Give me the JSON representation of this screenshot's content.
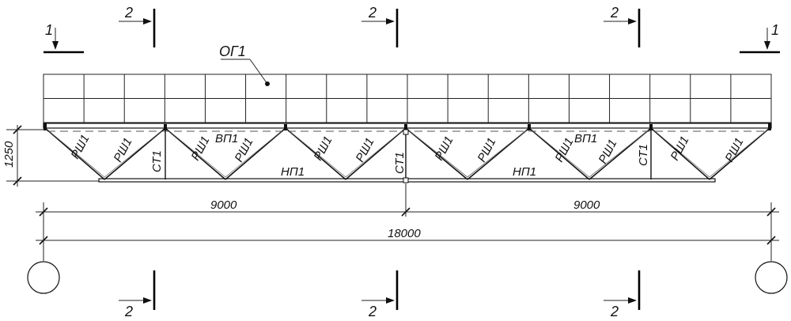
{
  "section_marks": {
    "end_label": "1",
    "mid_label": "2"
  },
  "callout": {
    "label": "ОГ1"
  },
  "members": {
    "top_chord": "ВП1",
    "bottom_chord": "НП1",
    "diagonal": "РШ1",
    "post": "СТ1"
  },
  "dimensions": {
    "height": "1250",
    "span_left": "9000",
    "span_right": "9000",
    "span_total": "18000"
  }
}
